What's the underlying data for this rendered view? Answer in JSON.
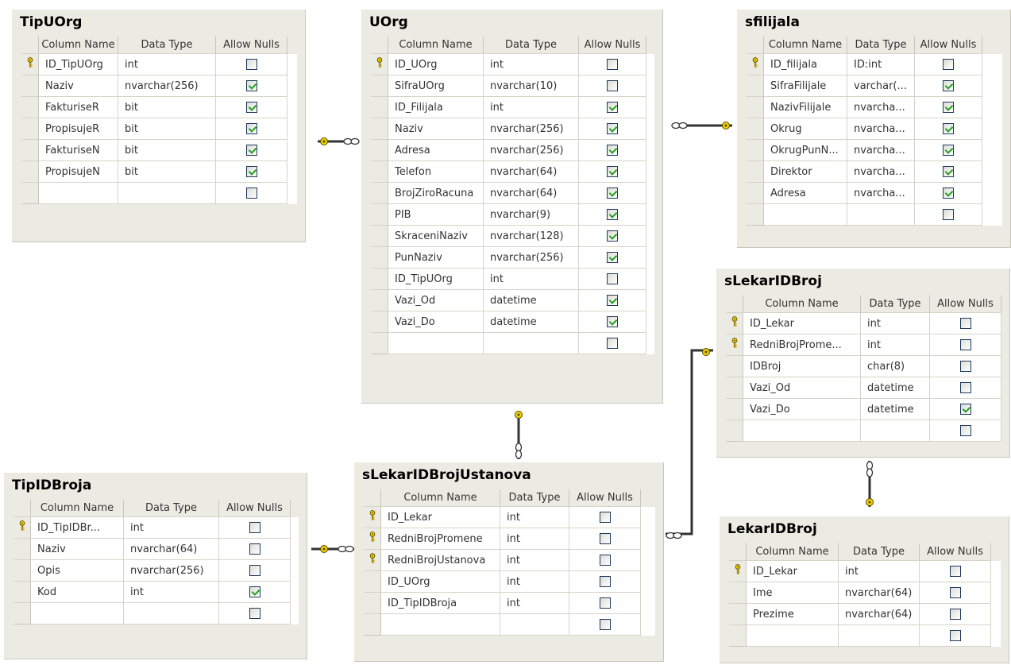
{
  "grid_headers": {
    "column_name": "Column Name",
    "data_type": "Data Type",
    "allow_nulls": "Allow Nulls"
  },
  "tables": [
    {
      "id": "TipUOrg",
      "title": "TipUOrg",
      "rows": [
        {
          "key": true,
          "name": "ID_TipUOrg",
          "type": "int",
          "nulls": false
        },
        {
          "key": false,
          "name": "Naziv",
          "type": "nvarchar(256)",
          "nulls": true
        },
        {
          "key": false,
          "name": "FakturiseR",
          "type": "bit",
          "nulls": true
        },
        {
          "key": false,
          "name": "PropisujeR",
          "type": "bit",
          "nulls": true
        },
        {
          "key": false,
          "name": "FakturiseN",
          "type": "bit",
          "nulls": true
        },
        {
          "key": false,
          "name": "PropisujeN",
          "type": "bit",
          "nulls": true
        }
      ]
    },
    {
      "id": "UOrg",
      "title": "UOrg",
      "rows": [
        {
          "key": true,
          "name": "ID_UOrg",
          "type": "int",
          "nulls": false
        },
        {
          "key": false,
          "name": "SifraUOrg",
          "type": "nvarchar(10)",
          "nulls": false
        },
        {
          "key": false,
          "name": "ID_Filijala",
          "type": "int",
          "nulls": true
        },
        {
          "key": false,
          "name": "Naziv",
          "type": "nvarchar(256)",
          "nulls": true
        },
        {
          "key": false,
          "name": "Adresa",
          "type": "nvarchar(256)",
          "nulls": true
        },
        {
          "key": false,
          "name": "Telefon",
          "type": "nvarchar(64)",
          "nulls": true
        },
        {
          "key": false,
          "name": "BrojZiroRacuna",
          "type": "nvarchar(64)",
          "nulls": true
        },
        {
          "key": false,
          "name": "PIB",
          "type": "nvarchar(9)",
          "nulls": true
        },
        {
          "key": false,
          "name": "SkraceniNaziv",
          "type": "nvarchar(128)",
          "nulls": true
        },
        {
          "key": false,
          "name": "PunNaziv",
          "type": "nvarchar(256)",
          "nulls": true
        },
        {
          "key": false,
          "name": "ID_TipUOrg",
          "type": "int",
          "nulls": false
        },
        {
          "key": false,
          "name": "Vazi_Od",
          "type": "datetime",
          "nulls": true
        },
        {
          "key": false,
          "name": "Vazi_Do",
          "type": "datetime",
          "nulls": true
        }
      ]
    },
    {
      "id": "sfilijala",
      "title": "sfilijala",
      "rows": [
        {
          "key": true,
          "name": "ID_filijala",
          "type": "ID:int",
          "nulls": false
        },
        {
          "key": false,
          "name": "SifraFilijale",
          "type": "varchar(...",
          "nulls": true
        },
        {
          "key": false,
          "name": "NazivFilijale",
          "type": "nvarcha...",
          "nulls": true
        },
        {
          "key": false,
          "name": "Okrug",
          "type": "nvarcha...",
          "nulls": true
        },
        {
          "key": false,
          "name": "OkrugPunN...",
          "type": "nvarcha...",
          "nulls": true
        },
        {
          "key": false,
          "name": "Direktor",
          "type": "nvarcha...",
          "nulls": true
        },
        {
          "key": false,
          "name": "Adresa",
          "type": "nvarcha...",
          "nulls": true
        }
      ]
    },
    {
      "id": "sLekarIDBroj",
      "title": "sLekarIDBroj",
      "rows": [
        {
          "key": true,
          "name": "ID_Lekar",
          "type": "int",
          "nulls": false
        },
        {
          "key": true,
          "name": "RedniBrojProme...",
          "type": "int",
          "nulls": false
        },
        {
          "key": false,
          "name": "IDBroj",
          "type": "char(8)",
          "nulls": false
        },
        {
          "key": false,
          "name": "Vazi_Od",
          "type": "datetime",
          "nulls": false
        },
        {
          "key": false,
          "name": "Vazi_Do",
          "type": "datetime",
          "nulls": true
        }
      ]
    },
    {
      "id": "TipIDBroja",
      "title": "TipIDBroja",
      "rows": [
        {
          "key": true,
          "name": "ID_TipIDBr...",
          "type": "int",
          "nulls": false
        },
        {
          "key": false,
          "name": "Naziv",
          "type": "nvarchar(64)",
          "nulls": false
        },
        {
          "key": false,
          "name": "Opis",
          "type": "nvarchar(256)",
          "nulls": false
        },
        {
          "key": false,
          "name": "Kod",
          "type": "int",
          "nulls": true
        }
      ]
    },
    {
      "id": "sLekarIDBrojUstanova",
      "title": "sLekarIDBrojUstanova",
      "rows": [
        {
          "key": true,
          "name": "ID_Lekar",
          "type": "int",
          "nulls": false
        },
        {
          "key": true,
          "name": "RedniBrojPromene",
          "type": "int",
          "nulls": false
        },
        {
          "key": true,
          "name": "RedniBrojUstanova",
          "type": "int",
          "nulls": false
        },
        {
          "key": false,
          "name": "ID_UOrg",
          "type": "int",
          "nulls": false
        },
        {
          "key": false,
          "name": "ID_TipIDBroja",
          "type": "int",
          "nulls": false
        }
      ]
    },
    {
      "id": "LekarIDBroj",
      "title": "LekarIDBroj",
      "rows": [
        {
          "key": true,
          "name": "ID_Lekar",
          "type": "int",
          "nulls": false
        },
        {
          "key": false,
          "name": "Ime",
          "type": "nvarchar(64)",
          "nulls": false
        },
        {
          "key": false,
          "name": "Prezime",
          "type": "nvarchar(64)",
          "nulls": false
        }
      ]
    }
  ],
  "colors": {
    "key": "#d4b400",
    "connector": "#333333",
    "check": "#21a121",
    "checkbox_border": "#1e395b"
  }
}
